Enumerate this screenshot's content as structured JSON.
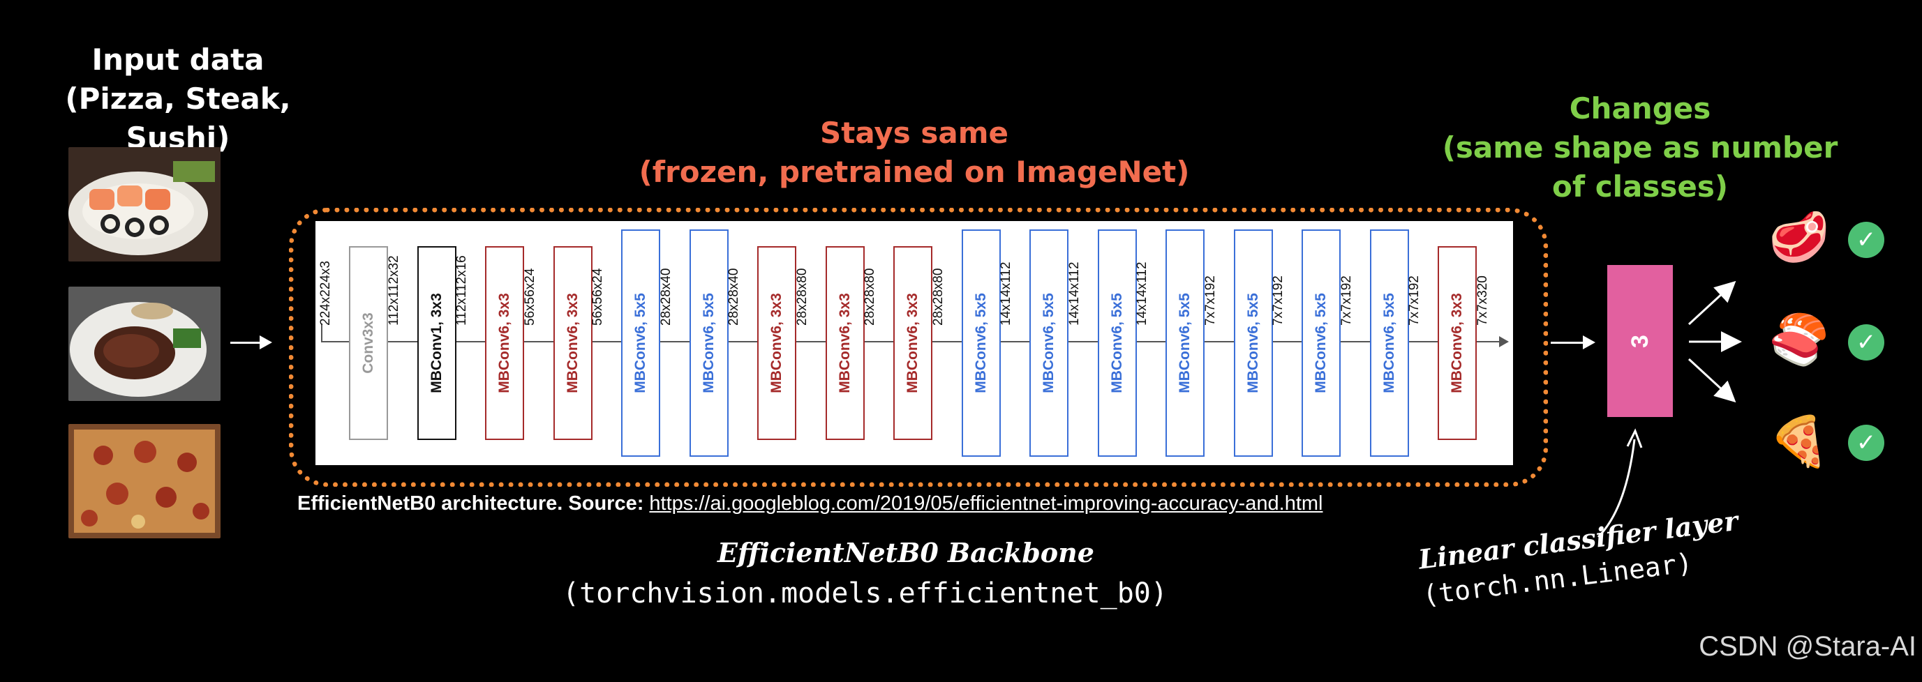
{
  "input_title": "Input data",
  "input_subtitle": "(Pizza, Steak, Sushi)",
  "frozen_title": "Stays same",
  "frozen_subtitle": "(frozen, pretrained on ImageNet)",
  "changes_title": "Changes",
  "changes_line2": "(same shape as number",
  "changes_line3": "of classes)",
  "blocks": [
    {
      "label": "Conv3x3",
      "color": "#999999",
      "in_dim": "224x224x3",
      "tall": false
    },
    {
      "label": "MBConv1, 3x3",
      "color": "#111111",
      "in_dim": "112x112x32",
      "tall": false
    },
    {
      "label": "MBConv6, 3x3",
      "color": "#a52a2a",
      "in_dim": "112x112x16",
      "tall": false
    },
    {
      "label": "MBConv6, 3x3",
      "color": "#a52a2a",
      "in_dim": "56x56x24",
      "tall": false
    },
    {
      "label": "MBConv6, 5x5",
      "color": "#3a6fd8",
      "in_dim": "56x56x24",
      "tall": true
    },
    {
      "label": "MBConv6, 5x5",
      "color": "#3a6fd8",
      "in_dim": "28x28x40",
      "tall": true
    },
    {
      "label": "MBConv6, 3x3",
      "color": "#a52a2a",
      "in_dim": "28x28x40",
      "tall": false
    },
    {
      "label": "MBConv6, 3x3",
      "color": "#a52a2a",
      "in_dim": "28x28x80",
      "tall": false
    },
    {
      "label": "MBConv6, 3x3",
      "color": "#a52a2a",
      "in_dim": "28x28x80",
      "tall": false
    },
    {
      "label": "MBConv6, 5x5",
      "color": "#3a6fd8",
      "in_dim": "28x28x80",
      "tall": true
    },
    {
      "label": "MBConv6, 5x5",
      "color": "#3a6fd8",
      "in_dim": "14x14x112",
      "tall": true
    },
    {
      "label": "MBConv6, 5x5",
      "color": "#3a6fd8",
      "in_dim": "14x14x112",
      "tall": true
    },
    {
      "label": "MBConv6, 5x5",
      "color": "#3a6fd8",
      "in_dim": "14x14x112",
      "tall": true
    },
    {
      "label": "MBConv6, 5x5",
      "color": "#3a6fd8",
      "in_dim": "7x7x192",
      "tall": true
    },
    {
      "label": "MBConv6, 5x5",
      "color": "#3a6fd8",
      "in_dim": "7x7x192",
      "tall": true
    },
    {
      "label": "MBConv6, 5x5",
      "color": "#3a6fd8",
      "in_dim": "7x7x192",
      "tall": true
    },
    {
      "label": "MBConv6, 3x3",
      "color": "#a52a2a",
      "in_dim": "7x7x192",
      "tall": false
    }
  ],
  "final_dim": "7x7x320",
  "caption_bold": "EfficientNetB0 architecture. Source:",
  "caption_link": "https://ai.googleblog.com/2019/05/efficientnet-improving-accuracy-and.html",
  "backbone_label": "EfficientNetB0 Backbone",
  "backbone_code": "(torchvision.models.efficientnet_b0)",
  "classifier_value": "3",
  "classifier_label": "Linear classifier layer",
  "classifier_code": "(torch.nn.Linear)",
  "outputs": [
    {
      "icon": "🥩",
      "name": "steak-icon"
    },
    {
      "icon": "🍣",
      "name": "sushi-icon"
    },
    {
      "icon": "🍕",
      "name": "pizza-icon"
    }
  ],
  "check_glyph": "✓",
  "watermark": "CSDN @Stara-AI"
}
